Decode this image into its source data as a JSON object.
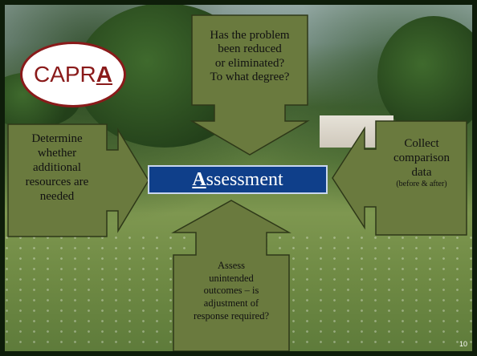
{
  "logo": {
    "prefix": "CAPR",
    "highlight": "A"
  },
  "center": {
    "first": "A",
    "rest": "ssessment"
  },
  "arrows": {
    "top": [
      "Has the problem",
      "been reduced",
      "or eliminated?",
      "To what degree?"
    ],
    "left": [
      "Determine",
      "whether",
      "additional",
      "resources are",
      "needed"
    ],
    "right": [
      "Collect",
      "comparison",
      "data"
    ],
    "right_note": "(before & after)",
    "bottom": [
      "Assess",
      "unintended",
      "outcomes – is",
      "adjustment of",
      "response required?"
    ]
  },
  "page_number": "10",
  "colors": {
    "arrow_fill": "#6a7a3e",
    "arrow_stroke": "#2e3818",
    "center_fill": "#0f3f8a",
    "logo_border": "#8a1a1a"
  }
}
